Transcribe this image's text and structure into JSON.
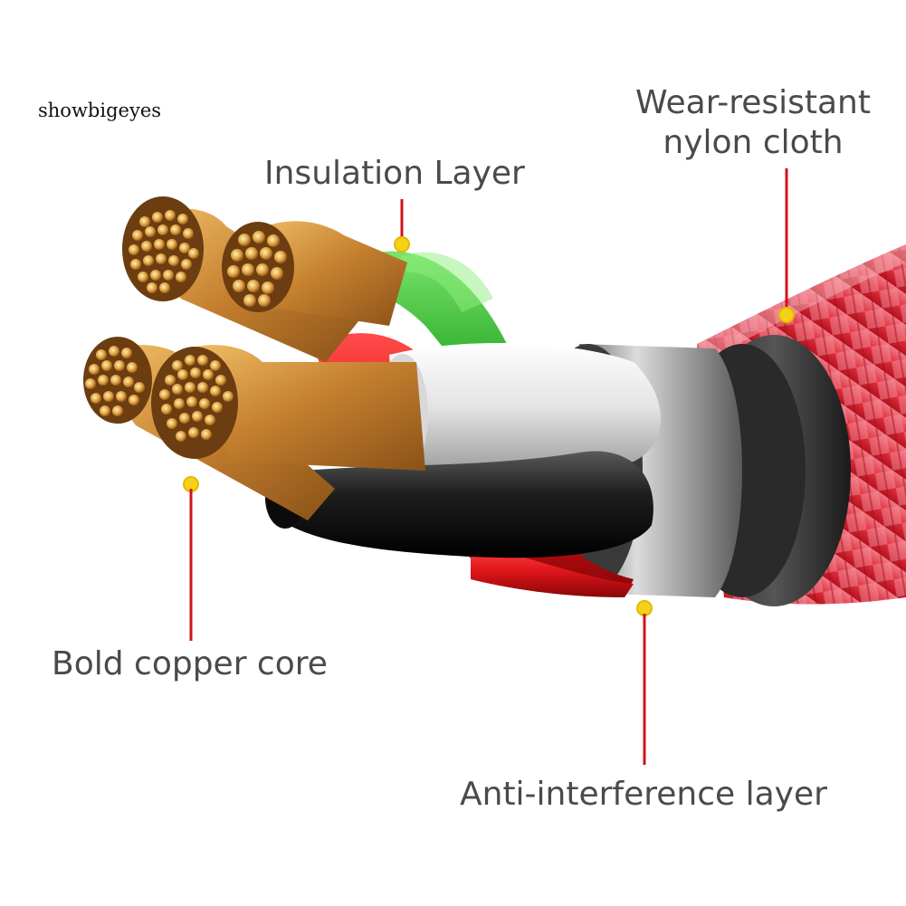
{
  "watermark": "showbigeyes",
  "labels": {
    "insulation": "Insulation Layer",
    "nylon_line1": "Wear-resistant",
    "nylon_line2": "nylon cloth",
    "copper": "Bold copper core",
    "anti_interference": "Anti-interference layer"
  },
  "colors": {
    "callout_line": "#d0141b",
    "callout_dot": "#f4d21a",
    "braid": "#e23a4a",
    "copper": "#c98a3c",
    "wire_green": "#3fb63a",
    "wire_white": "#e9e9e9",
    "wire_black": "#1b1b1b",
    "wire_red": "#e0161b",
    "shield": "#9a9a9a"
  }
}
